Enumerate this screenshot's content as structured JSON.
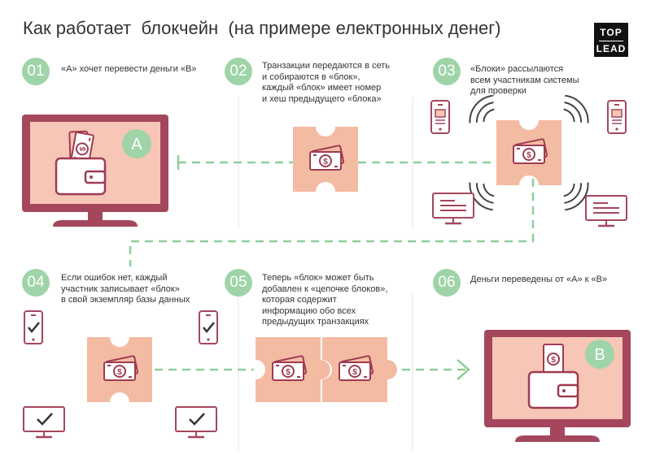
{
  "title": "Как работает  блокчейн  (на примере електронных денег)",
  "logo": {
    "line1": "TOP",
    "line2": "LEAD"
  },
  "colors": {
    "accent_green": "#9fd4a8",
    "dashed_line": "#8ecf99",
    "block_fill": "#f4bba3",
    "device_frame": "#a5475c",
    "screen_fill": "#f7c6b6",
    "money": "#9e3b52"
  },
  "nodes": {
    "a": "A",
    "b": "B"
  },
  "steps": [
    {
      "number": "01",
      "text": "«А» хочет перевести деньги «В»"
    },
    {
      "number": "02",
      "text": "Транзакции передаются в сеть\nи собираются в «блок»,\nкаждый «блок» имеет номер\nи хеш предыдущего «блока»"
    },
    {
      "number": "03",
      "text": "«Блоки» рассылаются\nвсем участникам системы\nдля проверки"
    },
    {
      "number": "04",
      "text": "Если ошибок нет, каждый\nучастник записывает «блок»\nв свой экземпляр базы данных"
    },
    {
      "number": "05",
      "text": "Теперь «блок» может быть\nдобавлен к «цепочке блоков»,\nкоторая содержит\nинформацию обо всех\nпредыдущих транзакциях"
    },
    {
      "number": "06",
      "text": "Деньги переведены от «А» к «В»"
    }
  ]
}
